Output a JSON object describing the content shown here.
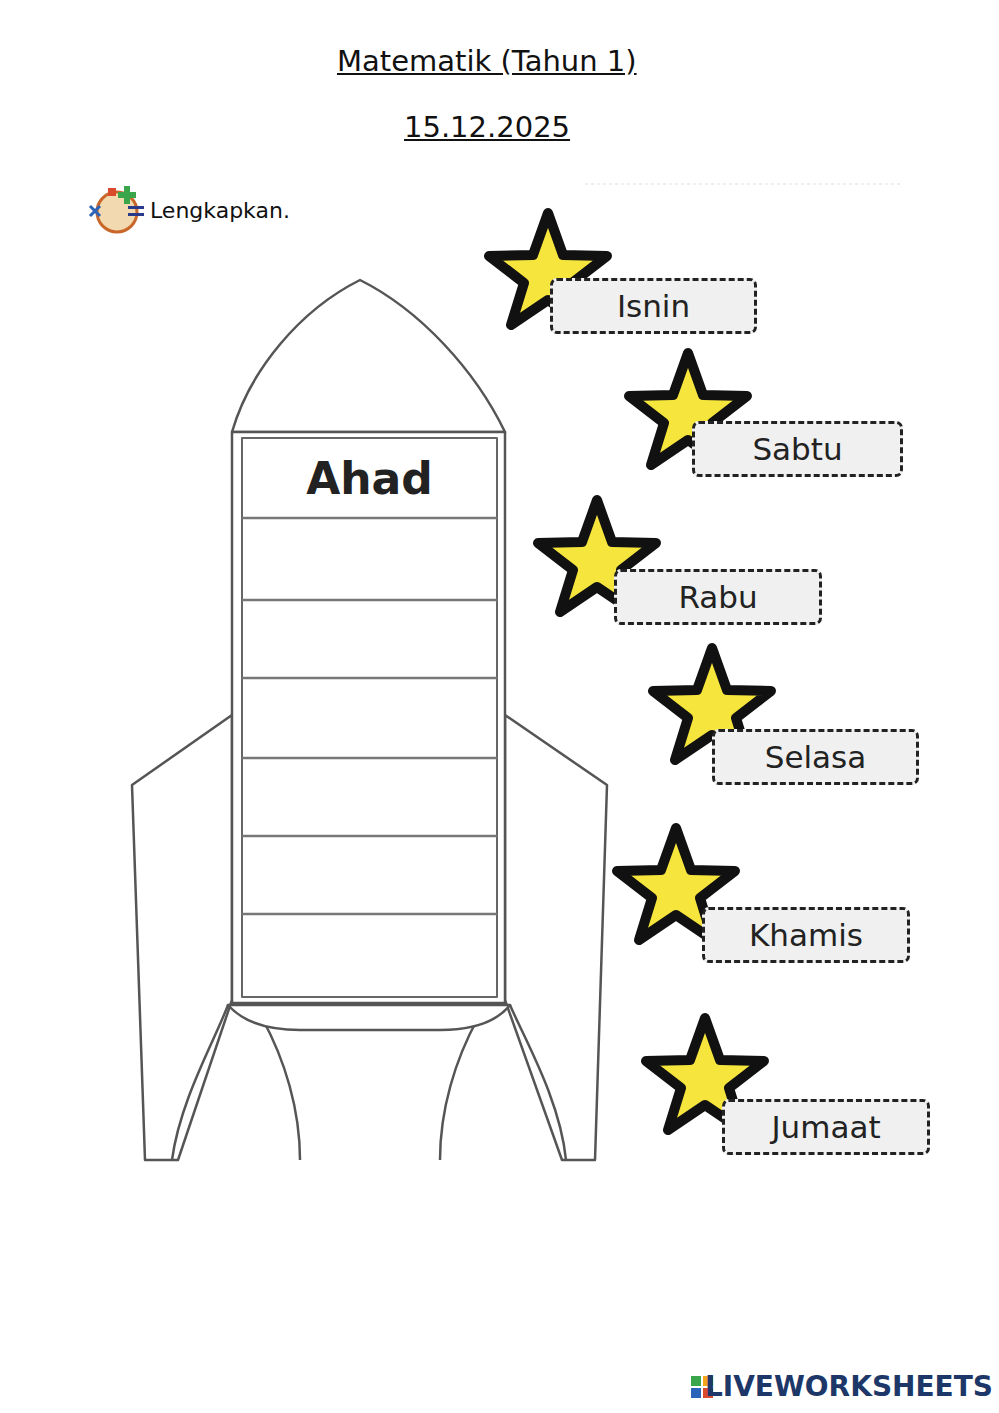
{
  "diagram": {
    "title": "Matematik (Tahun 1)",
    "nodes": [
      {
        "text": [
          "Ahad"
        ]
      },
      {
        "text": [
          "Isnin"
        ]
      },
      {
        "text": [
          "Sabtu"
        ]
      },
      {
        "text": [
          "Rabu"
        ]
      },
      {
        "text": [
          "Selasa"
        ]
      },
      {
        "text": [
          "Khamis"
        ]
      },
      {
        "text": [
          "Jumaat"
        ]
      }
    ],
    "labels": [
      "15.12.2025",
      "Lengkapkan.",
      "LIVEWORKSHEETS"
    ]
  }
}
